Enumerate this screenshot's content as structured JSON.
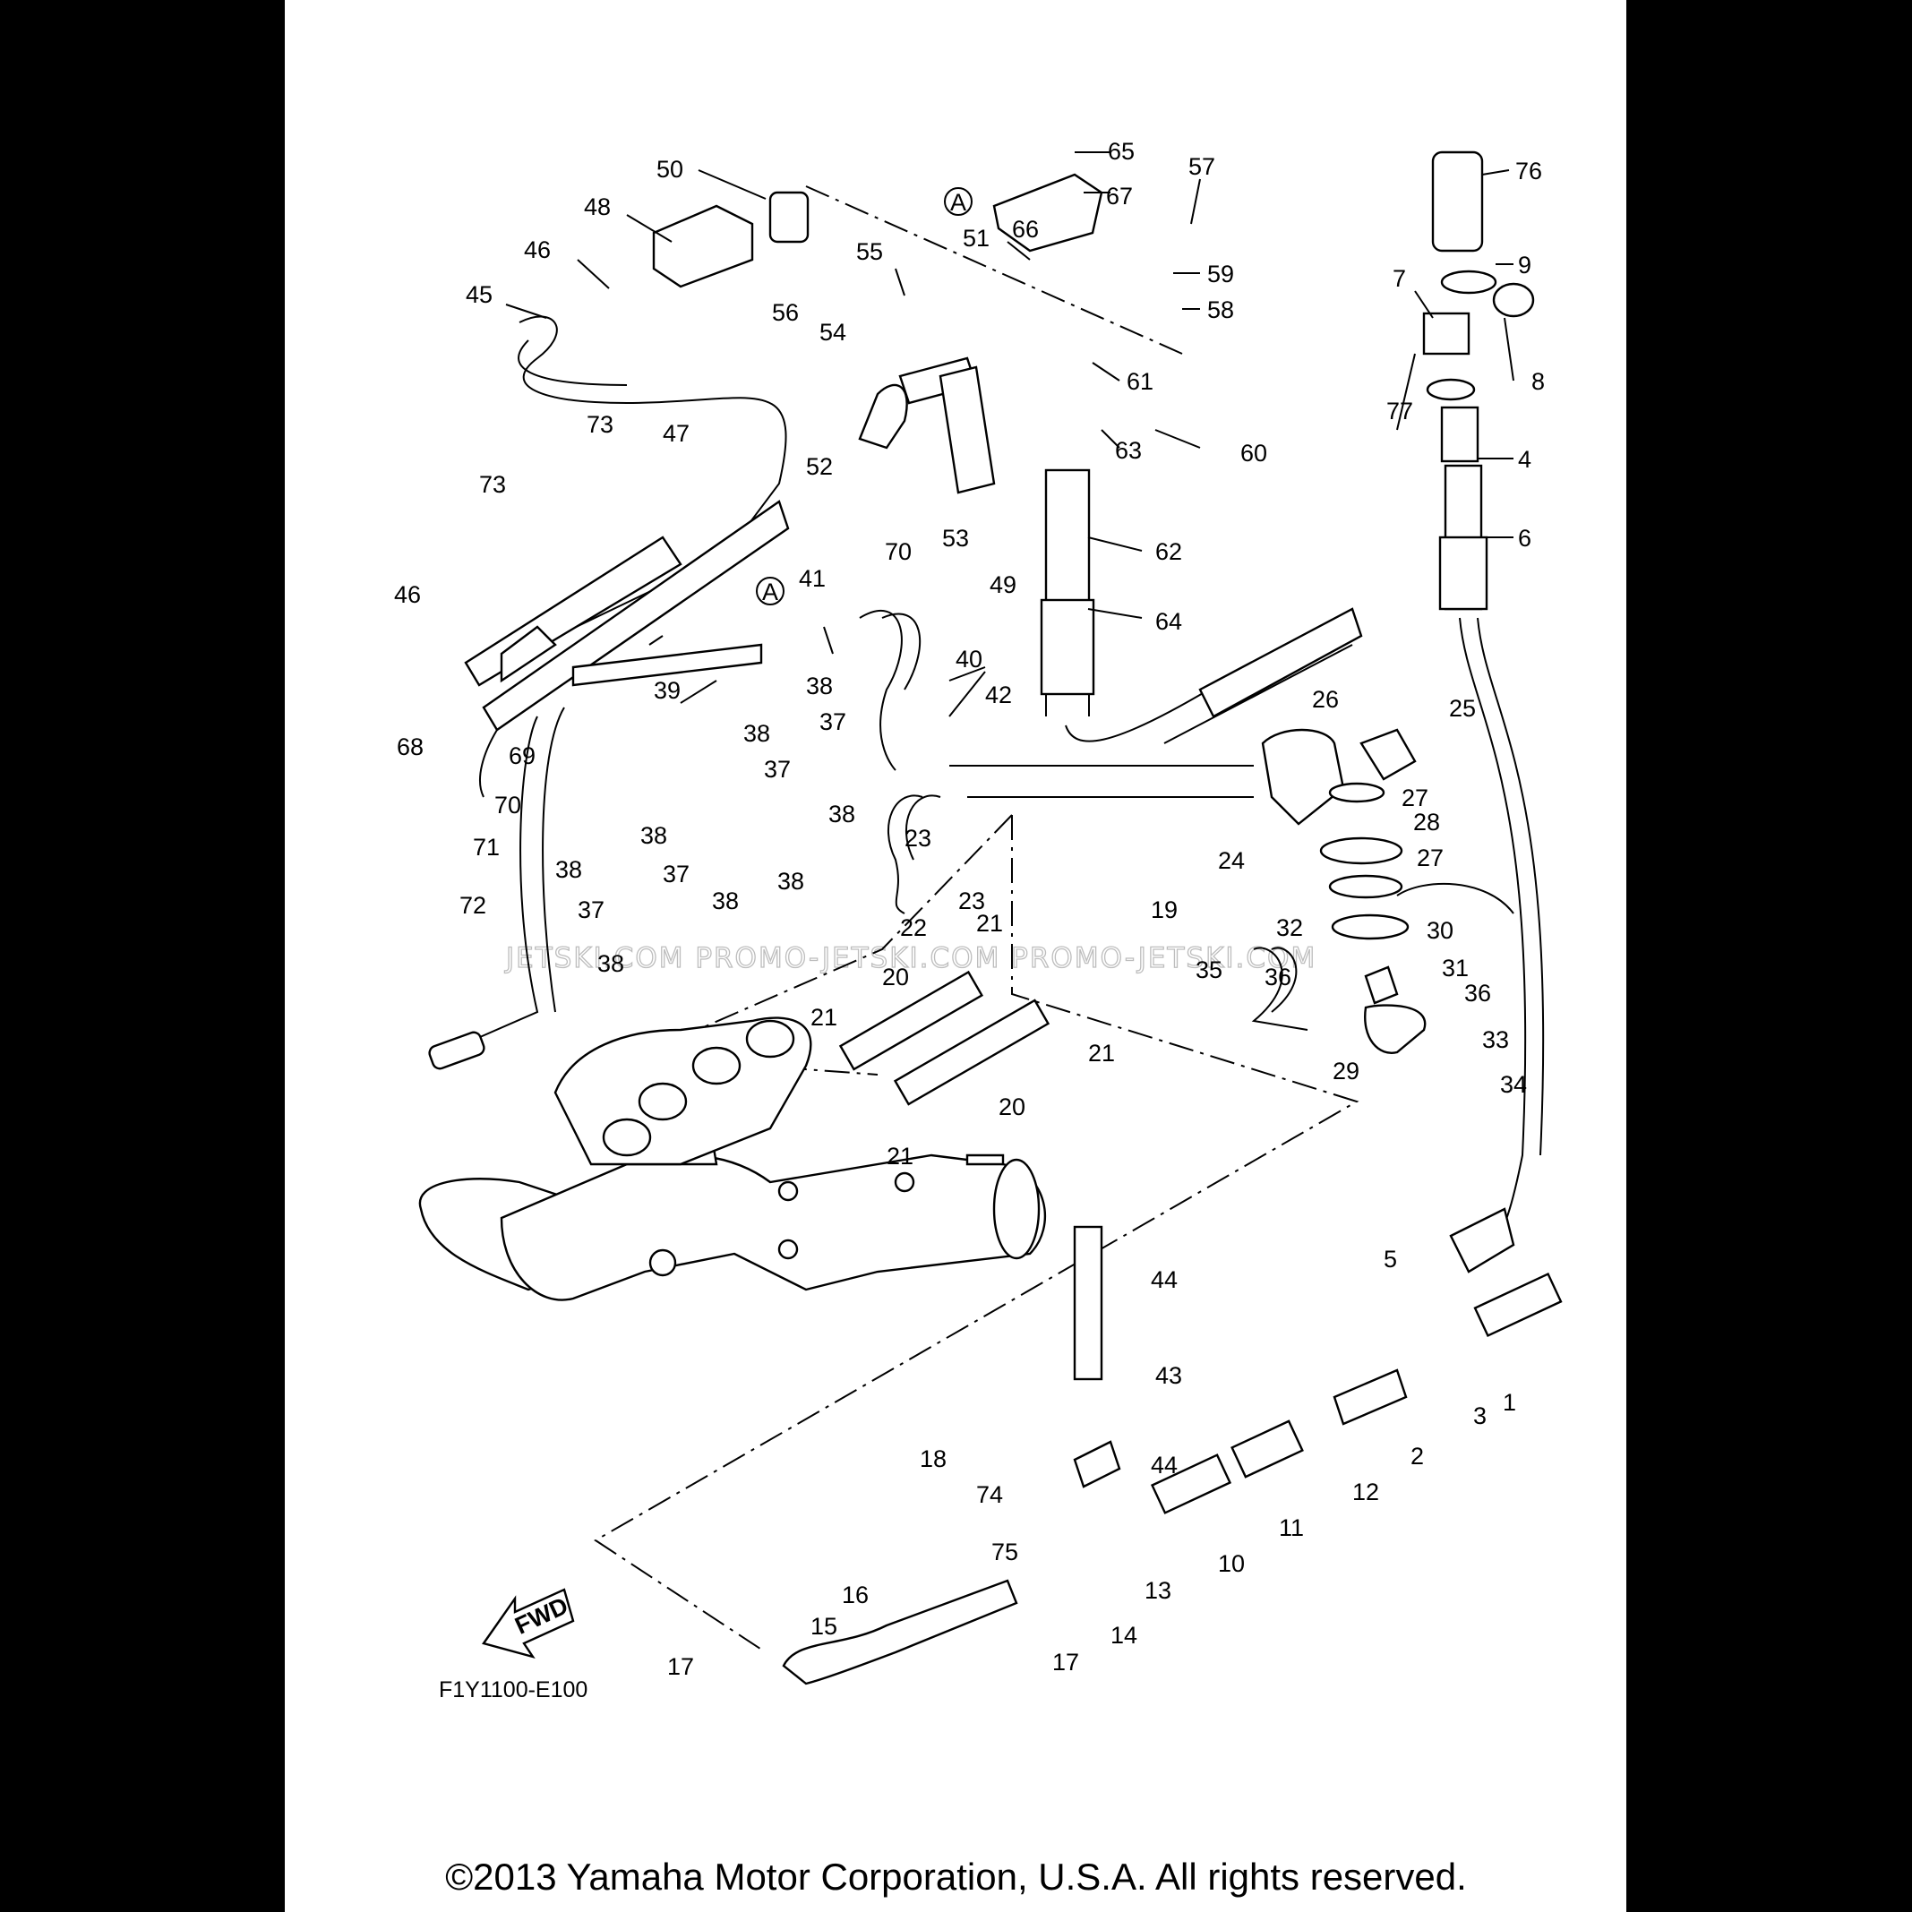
{
  "diagram": {
    "drawing_code": "F1Y1100-E100",
    "fwd_label": "FWD",
    "ref_marker": "A",
    "watermark_text": "JETSKI.COM    PROMO-JETSKI.COM    PROMO-JETSKI.COM",
    "copyright": "©2013 Yamaha Motor Corporation, U.S.A. All rights reserved.",
    "callouts": [
      "1",
      "2",
      "3",
      "4",
      "5",
      "6",
      "7",
      "8",
      "9",
      "10",
      "11",
      "12",
      "13",
      "14",
      "15",
      "16",
      "17",
      "17",
      "18",
      "19",
      "20",
      "20",
      "21",
      "21",
      "21",
      "21",
      "22",
      "23",
      "23",
      "24",
      "25",
      "26",
      "27",
      "27",
      "28",
      "29",
      "30",
      "31",
      "32",
      "33",
      "34",
      "35",
      "36",
      "36",
      "37",
      "37",
      "37",
      "37",
      "38",
      "38",
      "38",
      "38",
      "38",
      "38",
      "38",
      "38",
      "39",
      "40",
      "41",
      "42",
      "43",
      "44",
      "44",
      "45",
      "46",
      "46",
      "47",
      "48",
      "49",
      "50",
      "51",
      "52",
      "53",
      "54",
      "55",
      "56",
      "57",
      "58",
      "59",
      "60",
      "61",
      "62",
      "63",
      "64",
      "65",
      "66",
      "67",
      "68",
      "69",
      "70",
      "70",
      "71",
      "72",
      "73",
      "73",
      "74",
      "75",
      "76",
      "77"
    ]
  }
}
